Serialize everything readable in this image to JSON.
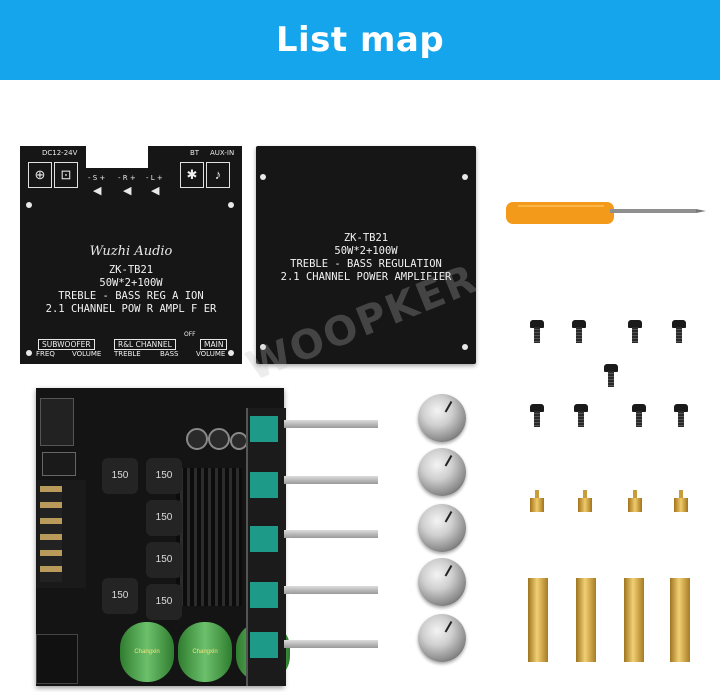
{
  "header": {
    "title": "List map"
  },
  "left_panel": {
    "connector_labels": {
      "dc": "DC12-24V",
      "bt": "BT",
      "aux": "AUX-IN"
    },
    "speaker_labels": [
      "- S +",
      "- R +",
      "- L +"
    ],
    "brand": "Wuzhi Audio",
    "model": "ZK-TB21",
    "power": "50W*2+100W",
    "line1": "TREBLE - BASS REG  A ION",
    "line2": "2.1 CHANNEL POW R AMPL F ER",
    "groups": [
      {
        "title": "SUBWOOFER",
        "left": "FREQ",
        "right": "VOLUME"
      },
      {
        "title": "R&L CHANNEL",
        "left": "TREBLE",
        "right": "BASS"
      },
      {
        "title": "MAIN",
        "left": "OFF",
        "right": "VOLUME"
      }
    ]
  },
  "right_panel": {
    "model": "ZK-TB21",
    "power": "50W*2+100W",
    "line1": "TREBLE - BASS REGULATION",
    "line2": "2.1 CHANNEL POWER AMPLIFIER"
  },
  "pcb": {
    "inductor_label": "150",
    "capacitor_text": "Changxin"
  },
  "colors": {
    "banner": "#14a5ec",
    "panel": "#161616",
    "screwdriver": "#f39a1a",
    "brass": "#d8ad4a"
  }
}
